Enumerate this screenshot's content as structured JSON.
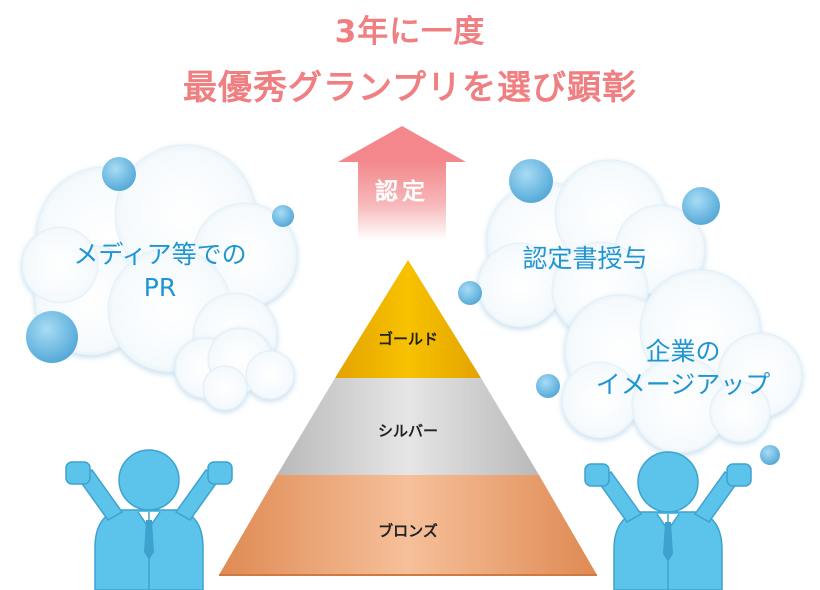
{
  "title": {
    "line1": "3年に一度",
    "line2": "最優秀グランプリを選び顕彰"
  },
  "arrow": {
    "label": "認定"
  },
  "pyramid": {
    "tiers": [
      {
        "label": "ゴールド",
        "color": "#f0b400"
      },
      {
        "label": "シルバー",
        "color": "#c8c8c8"
      },
      {
        "label": "ブロンズ",
        "color": "#e89a63"
      }
    ]
  },
  "clouds": {
    "left": {
      "line1": "メディア等での",
      "line2": "PR"
    },
    "right_top": {
      "text": "認定書授与"
    },
    "right_bottom": {
      "line1": "企業の",
      "line2": "イメージアップ"
    }
  },
  "colors": {
    "title": "#f07f82",
    "cloud_text": "#1f95d1",
    "person": "#5cc4ea",
    "bubble": "#6cb9e2",
    "arrow": "#f4a5a8"
  }
}
